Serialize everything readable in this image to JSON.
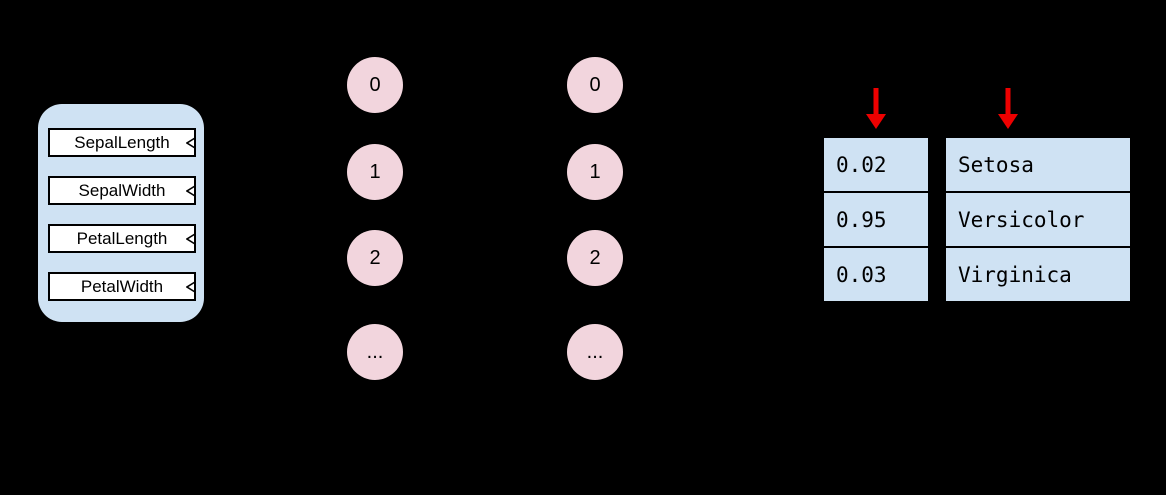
{
  "colors": {
    "background": "#000000",
    "input_panel_fill": "#cfe2f3",
    "feature_box_fill": "#ffffff",
    "node_fill": "#f2d5dd",
    "output_cell_fill": "#cfe2f3",
    "arrow_red": "#ee0000",
    "border": "#000000"
  },
  "input_panel": {
    "features": [
      {
        "label": "SepalLength"
      },
      {
        "label": "SepalWidth"
      },
      {
        "label": "PetalLength"
      },
      {
        "label": "PetalWidth"
      }
    ]
  },
  "hidden_layers": [
    {
      "nodes": [
        "0",
        "1",
        "2",
        "..."
      ]
    },
    {
      "nodes": [
        "0",
        "1",
        "2",
        "..."
      ]
    }
  ],
  "output": {
    "probabilities": [
      "0.02",
      "0.95",
      "0.03"
    ],
    "classes": [
      "Setosa",
      "Versicolor",
      "Virginica"
    ]
  }
}
